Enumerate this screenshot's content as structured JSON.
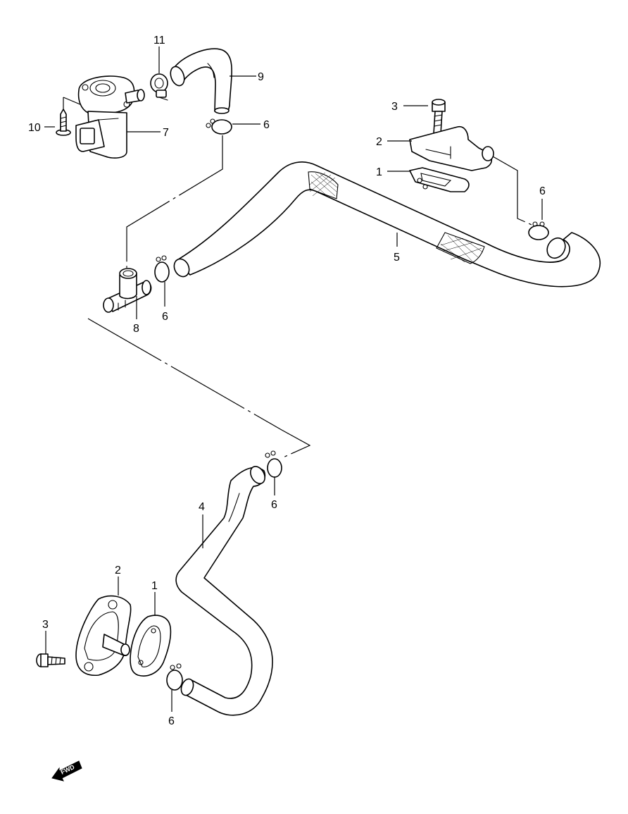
{
  "callouts": {
    "c1_top": "1",
    "c1_bottom": "1",
    "c2_top": "2",
    "c2_bottom": "2",
    "c3_top": "3",
    "c3_bottom": "3",
    "c4": "4",
    "c5": "5",
    "c6_a": "6",
    "c6_b": "6",
    "c6_c": "6",
    "c6_d": "6",
    "c6_e": "6",
    "c7": "7",
    "c8": "8",
    "c9": "9",
    "c10": "10",
    "c11": "11"
  },
  "fwd_label": "FWD"
}
